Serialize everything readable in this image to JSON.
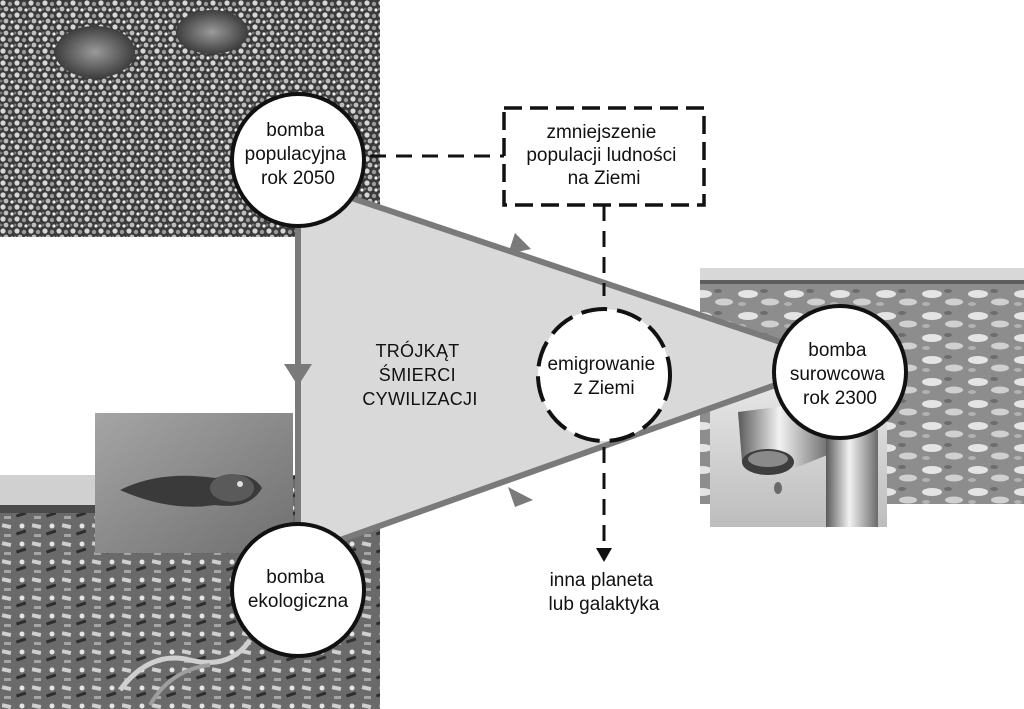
{
  "diagram": {
    "center_label": [
      "TRÓJKĄT",
      "ŚMIERCI",
      "CYWILIZACJI"
    ],
    "nodes": {
      "population_bomb": [
        "bomba",
        "populacyjna",
        "rok 2050"
      ],
      "resource_bomb": [
        "bomba",
        "surowcowa",
        "rok 2300"
      ],
      "ecological_bomb": [
        "bomba",
        "ekologiczna"
      ],
      "emigration": [
        "emigrowanie",
        "z Ziemi"
      ],
      "population_reduction": [
        "zmniejszenie",
        "populacji ludności",
        "na Ziemi"
      ],
      "other_planet": [
        "inna planeta",
        "lub galaktyka"
      ]
    },
    "photos": {
      "crowd": "crowd-photo",
      "resources": "dead-livestock-photo",
      "water_tap": "dripping-tap-photo",
      "polluted_shore": "polluted-shore-photo",
      "dead_fish": "dead-fish-photo"
    },
    "colors": {
      "triangle_fill": "#d9d9d9",
      "triangle_edge": "#7a7a7a",
      "circle_stroke": "#111111",
      "dashed_line": "#111111"
    }
  }
}
